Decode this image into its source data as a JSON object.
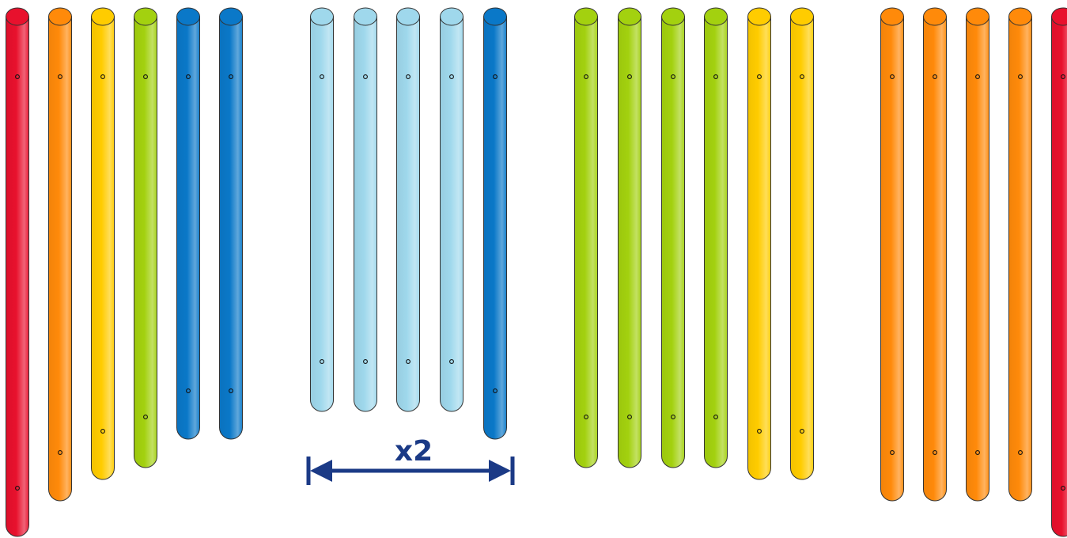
{
  "colors": {
    "red": "#e8112d",
    "orange": "#ff8a0a",
    "yellow": "#ffcc00",
    "green": "#a3d10f",
    "blue": "#0a78c8",
    "lightblue": "#9fd8ec",
    "dimension": "#1b3a86",
    "outline": "#333333"
  },
  "groups": [
    {
      "name": "group-1",
      "rods": [
        {
          "color": "red"
        },
        {
          "color": "orange"
        },
        {
          "color": "yellow"
        },
        {
          "color": "green"
        },
        {
          "color": "blue"
        },
        {
          "color": "blue"
        }
      ]
    },
    {
      "name": "group-2",
      "rods": [
        {
          "color": "lightblue"
        },
        {
          "color": "lightblue"
        },
        {
          "color": "lightblue"
        },
        {
          "color": "lightblue"
        },
        {
          "color": "blue"
        }
      ]
    },
    {
      "name": "group-3",
      "rods": [
        {
          "color": "green"
        },
        {
          "color": "green"
        },
        {
          "color": "green"
        },
        {
          "color": "green"
        },
        {
          "color": "yellow"
        },
        {
          "color": "yellow"
        }
      ]
    },
    {
      "name": "group-4",
      "rods": [
        {
          "color": "orange"
        },
        {
          "color": "orange"
        },
        {
          "color": "orange"
        },
        {
          "color": "orange"
        },
        {
          "color": "red"
        }
      ]
    }
  ],
  "dimension": {
    "label": "x2"
  }
}
